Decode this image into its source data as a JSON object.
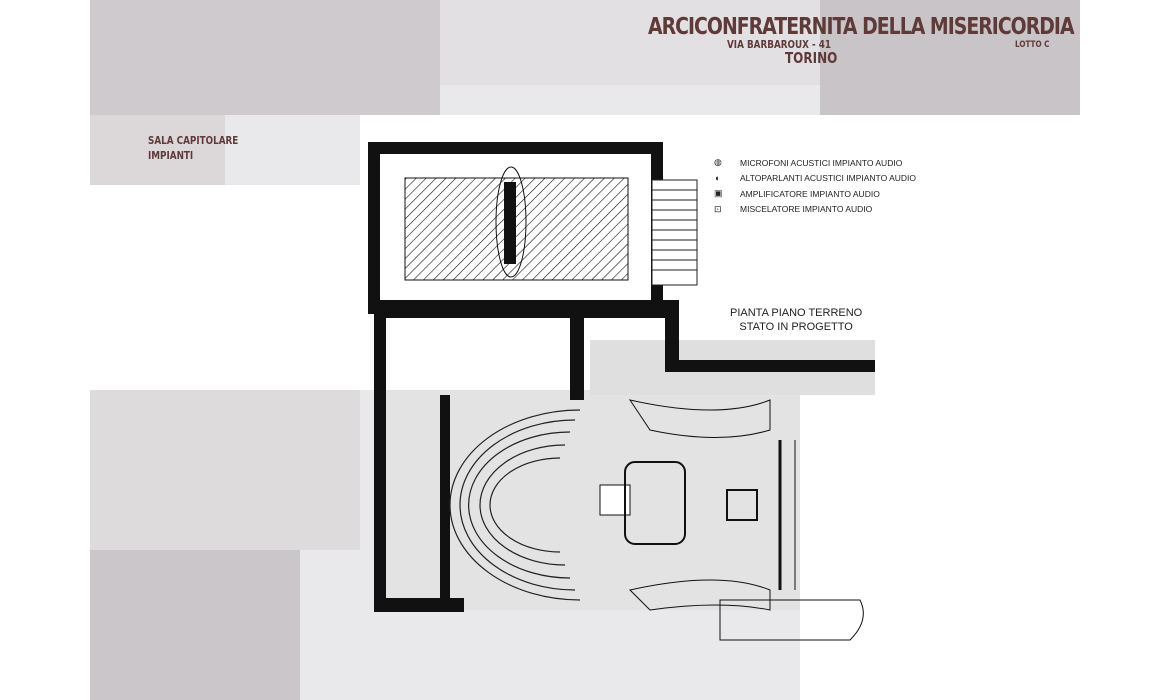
{
  "header": {
    "title": "ARCICONFRATERNITA DELLA MISERICORDIA",
    "address": "VIA BARBAROUX - 41",
    "city": "TORINO",
    "lot": "LOTTO C"
  },
  "section": {
    "line1": "SALA CAPITOLARE",
    "line2": "IMPIANTI"
  },
  "legend": [
    {
      "icon": "microphone-icon",
      "symbol": "◍",
      "label": "MICROFONI ACUSTICI IMPIANTO AUDIO"
    },
    {
      "icon": "speaker-icon",
      "symbol": "◖",
      "label": "ALTOPARLANTI ACUSTICI IMPIANTO AUDIO"
    },
    {
      "icon": "amplifier-icon",
      "symbol": "▣",
      "label": "AMPLIFICATORE IMPIANTO AUDIO"
    },
    {
      "icon": "mixer-icon",
      "symbol": "⊡",
      "label": "MISCELATORE IMPIANTO AUDIO"
    }
  ],
  "plan": {
    "line1": "PIANTA PIANO TERRENO",
    "line2": "STATO IN PROGETTO"
  },
  "colors": {
    "brand": "#5e3a38",
    "wall": "#111111",
    "panel": "#d6d3d5"
  }
}
